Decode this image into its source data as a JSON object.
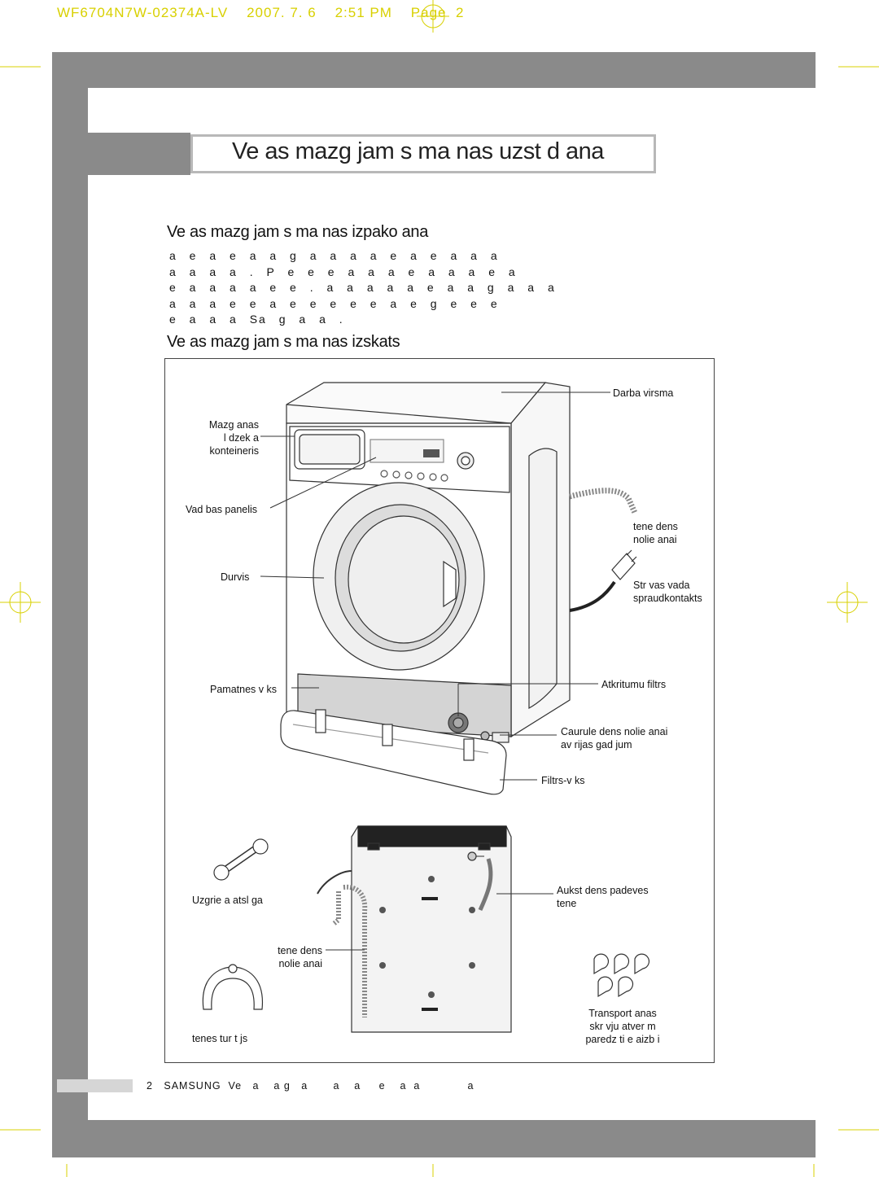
{
  "header": {
    "line": "WF6704N7W-02374A-LV    2007. 7. 6    2:51 PM    Page  2"
  },
  "title": "Ve  as mazg  jam s ma  nas uzst d  ana",
  "sections": [
    {
      "title": "Ve  as mazg  jam s ma  nas izpako  ana"
    },
    {
      "title": "Ve  as mazg  jam s ma  nas izskats"
    }
  ],
  "paragraph": [
    "a   e  a   e a   a g  a      a          a   a e      a           e              a           a                   a",
    "a            a a   a   . P    e    e e  a    a       a    e a   a                 a   e            a",
    "e    a          a        a a       e  e       .  a   a           a a   a     e a    a g   a        a     a",
    "a   a                  a                         e           e          a e    e e       e      e   a      e  g  e  e  e",
    "e  a  a                 a   Sa       g        a    a ."
  ],
  "labels": {
    "worktop": "Darba virsma",
    "detergent_drawer": [
      "Mazg  anas",
      "l dzek a",
      "konteineris"
    ],
    "control_panel": "Vad bas panelis",
    "door": "Durvis",
    "drain_hose": [
      "  tene  dens",
      "nolie  anai"
    ],
    "power_cord": [
      "Str vas vada",
      "spraudkontakts"
    ],
    "base_cover": "Pamatnes v ks",
    "pump_filter": "Atkritumu filtrs",
    "emergency_drain": [
      "Caurule  dens nolie  anai",
      "av rijas gad jum "
    ],
    "filter_cover": "Filtrs-v ks",
    "hot_water_hose": [
      "Aukst   dens padeves",
      "  tene"
    ],
    "spanner": "Uzgrie  a atsl ga",
    "drain_hose_back": [
      "  tene  dens",
      "nolie  anai"
    ],
    "hose_guide": "  tenes tur t js",
    "transit_bolts": [
      "Transport   anas",
      "skr vju atver  m",
      "paredz ti e aizb   i"
    ]
  },
  "footer": {
    "page": "2",
    "brand": "SAMSUNG",
    "text": "Ve   a    a g   a       a    a     e    a  a             a"
  }
}
